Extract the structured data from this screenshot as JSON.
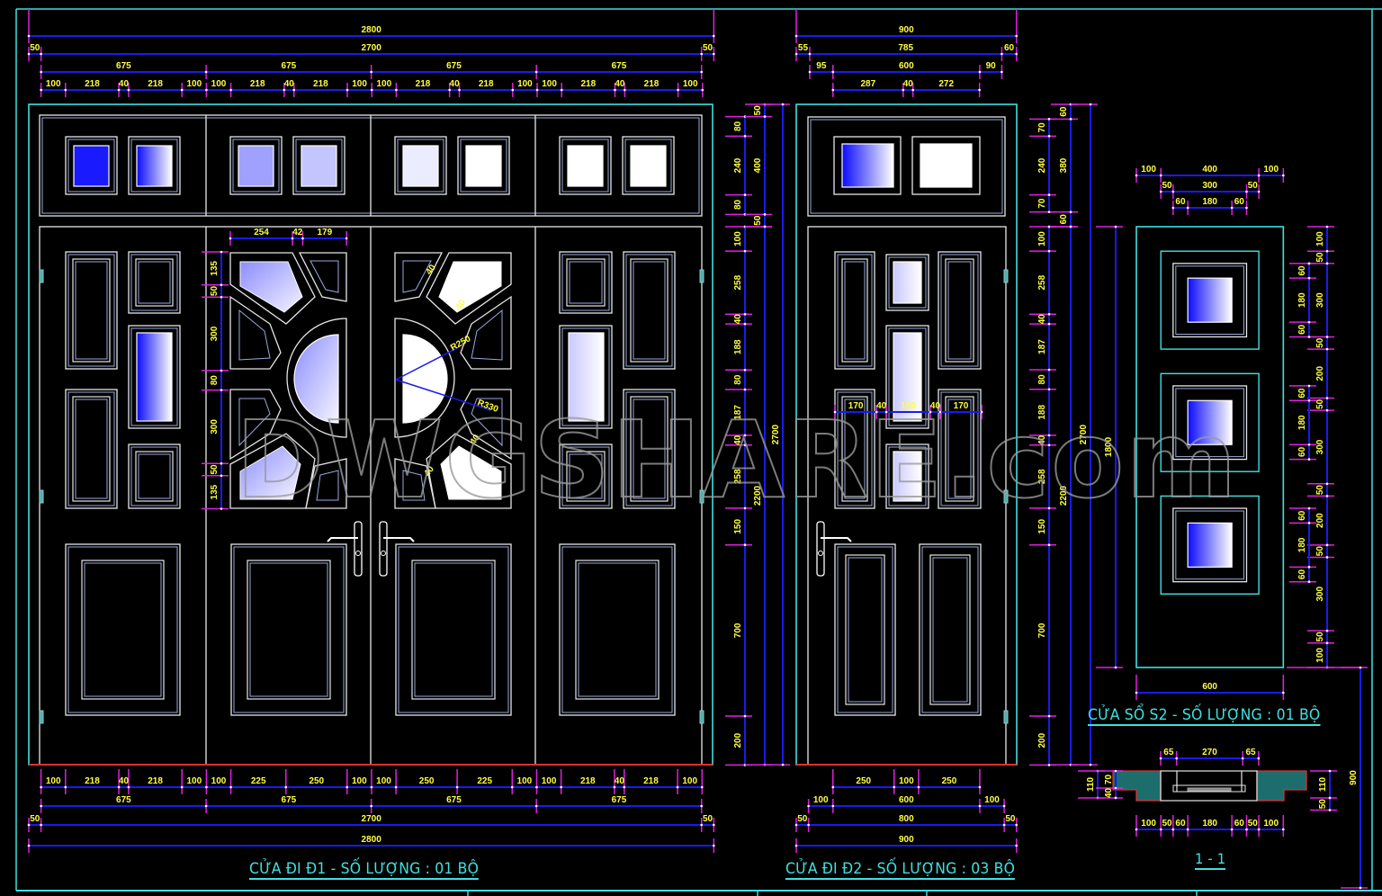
{
  "drawing": {
    "watermark": "DWGSHARE.com",
    "colors": {
      "background": "#000000",
      "frame": "#3fe0e0",
      "panel": "#e6e6e6",
      "dimension_line": "#1a1aee",
      "extension_line": "#e020e0",
      "dimension_text": "#ffff40",
      "floor_line": "#e03030",
      "glass_tint": "#1a1aff"
    }
  },
  "door_d1": {
    "title": "CỬA ĐI Đ1 - SỐ LƯỢNG : 01 BỘ",
    "top_dims": {
      "overall": "2800",
      "side": "50",
      "inner": "2700",
      "leaves": [
        "675",
        "675",
        "675",
        "675"
      ],
      "sub": [
        "100",
        "218",
        "40",
        "218",
        "100",
        "100",
        "218",
        "40",
        "218",
        "100",
        "100",
        "218",
        "40",
        "218",
        "100",
        "100",
        "218",
        "40",
        "218",
        "100"
      ]
    },
    "bottom_dims": {
      "sub": [
        "100",
        "218",
        "40",
        "218",
        "100",
        "100",
        "225",
        "250",
        "100",
        "100",
        "250",
        "225",
        "100",
        "100",
        "218",
        "40",
        "218",
        "100"
      ],
      "leaves": [
        "675",
        "675",
        "675",
        "675"
      ],
      "side": "50",
      "inner": "2700",
      "overall": "2800"
    },
    "right_dims": {
      "transom": [
        "80",
        "240",
        "80"
      ],
      "leaf": [
        "100",
        "258",
        "40",
        "188",
        "80",
        "187",
        "40",
        "258",
        "150",
        "700",
        "200"
      ],
      "frame": [
        "50",
        "400",
        "50"
      ],
      "leaf_height": "2200",
      "overall_height": "2700"
    },
    "leaf_detail_dims": {
      "top": [
        "254",
        "42",
        "179"
      ],
      "left": [
        "135",
        "50",
        "300",
        "80",
        "300",
        "50",
        "135"
      ],
      "radii": [
        "R250",
        "R330"
      ],
      "ribs": [
        "40",
        "40",
        "40",
        "40"
      ]
    }
  },
  "door_d2": {
    "title": "CỬA ĐI Đ2 - SỐ LƯỢNG : 03 BỘ",
    "top_dims": {
      "overall": "900",
      "frame": [
        "55",
        "785",
        "60"
      ],
      "leaf": [
        "95",
        "600",
        "90"
      ],
      "transom": [
        "287",
        "40",
        "272"
      ]
    },
    "bottom_dims": {
      "panels": [
        "250",
        "100",
        "250"
      ],
      "leaf": [
        "100",
        "600",
        "100"
      ],
      "frame": [
        "50",
        "800",
        "50"
      ],
      "overall": "900"
    },
    "right_dims": {
      "transom": [
        "70",
        "240",
        "70"
      ],
      "leaf": [
        "100",
        "258",
        "40",
        "187",
        "80",
        "188",
        "40",
        "258",
        "150",
        "700",
        "200"
      ],
      "frame": [
        "60",
        "380",
        "60"
      ],
      "leaf_height": "2200",
      "overall_height": "2700"
    },
    "panel_dims": [
      "170",
      "40",
      "180",
      "40",
      "170"
    ]
  },
  "window_s2": {
    "title": "CỬA SỔ S2 - SỐ LƯỢNG : 01 BỘ",
    "top_dims": {
      "outer": [
        "100",
        "400",
        "100"
      ],
      "frame": [
        "50",
        "300",
        "50"
      ],
      "glass": [
        "60",
        "180",
        "60"
      ]
    },
    "right_dims": {
      "outer": [
        "100",
        "50",
        "300",
        "50",
        "200",
        "50",
        "300",
        "50",
        "200",
        "50",
        "300",
        "50",
        "100"
      ],
      "glass_1": [
        "60",
        "180",
        "60"
      ],
      "glass_2": [
        "60",
        "180",
        "60"
      ],
      "glass_3": [
        "60",
        "180",
        "60"
      ]
    },
    "height": "1800",
    "width": "600"
  },
  "section_1_1": {
    "title": "1 - 1",
    "top_dims": [
      "65",
      "270",
      "65"
    ],
    "bottom_dims": [
      "100",
      "50",
      "60",
      "180",
      "60",
      "50",
      "100"
    ],
    "left_dims": [
      "110",
      "40",
      "70"
    ],
    "right_dims": [
      "110",
      "50"
    ],
    "sill_height": "900"
  }
}
